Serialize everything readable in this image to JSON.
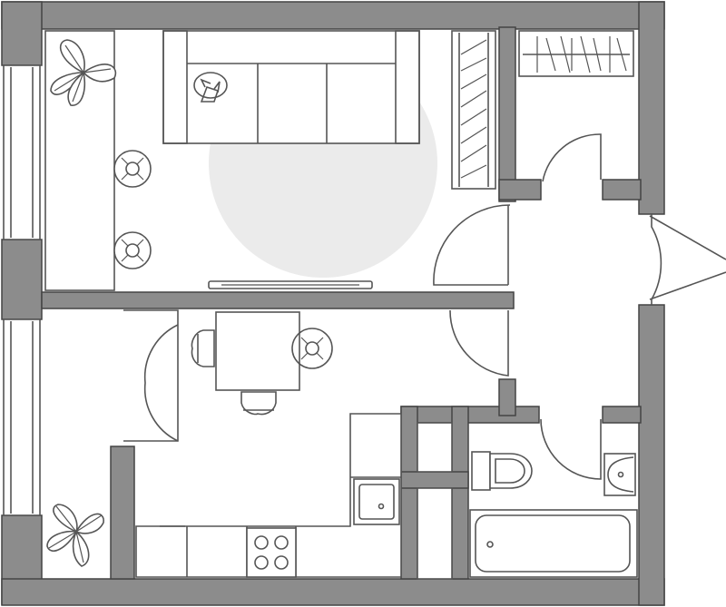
{
  "plan": {
    "colors": {
      "wall": "#8c8c8c",
      "wall_outline": "#444444",
      "furniture_line": "#555555",
      "rug": "#ebebeb",
      "background": "#ffffff"
    },
    "rooms": [
      {
        "name": "living-room",
        "furniture": [
          "sofa",
          "bookshelf",
          "desk",
          "desk-chair",
          "desk-chair",
          "plant-icon",
          "rug",
          "tv-console"
        ]
      },
      {
        "name": "kitchen",
        "furniture": [
          "dining-table",
          "chair",
          "chair",
          "chair",
          "counter",
          "sink-icon",
          "stove-icon",
          "plant-icon"
        ]
      },
      {
        "name": "hall",
        "furniture": [
          "wardrobe"
        ]
      },
      {
        "name": "bathroom",
        "furniture": [
          "toilet-icon",
          "washbasin-icon",
          "bathtub"
        ]
      }
    ]
  }
}
